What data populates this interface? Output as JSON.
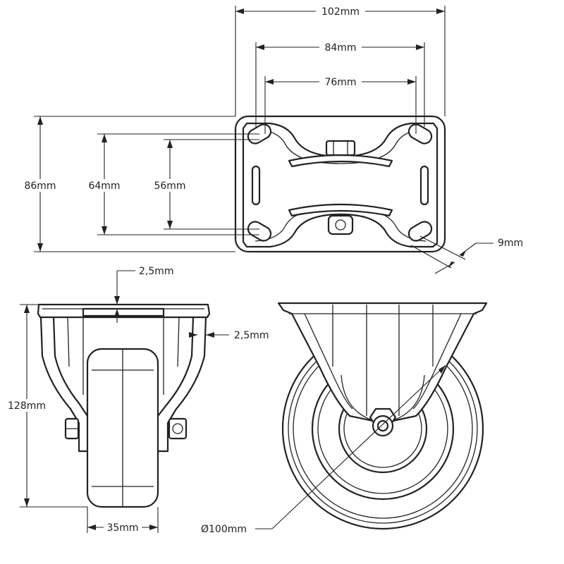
{
  "drawing": {
    "dimensions": {
      "plate_width": "102mm",
      "bolt_spacing_outer_x": "84mm",
      "bolt_spacing_inner_x": "76mm",
      "plate_length": "86mm",
      "bolt_spacing_outer_y": "64mm",
      "bolt_spacing_inner_y": "56mm",
      "slot_width": "9mm",
      "plate_thickness": "2,5mm",
      "bracket_thickness": "2,5mm",
      "overall_height": "128mm",
      "wheel_width": "35mm",
      "wheel_diameter": "Ø100mm"
    },
    "views": [
      "top-view",
      "front-view",
      "side-view"
    ]
  }
}
